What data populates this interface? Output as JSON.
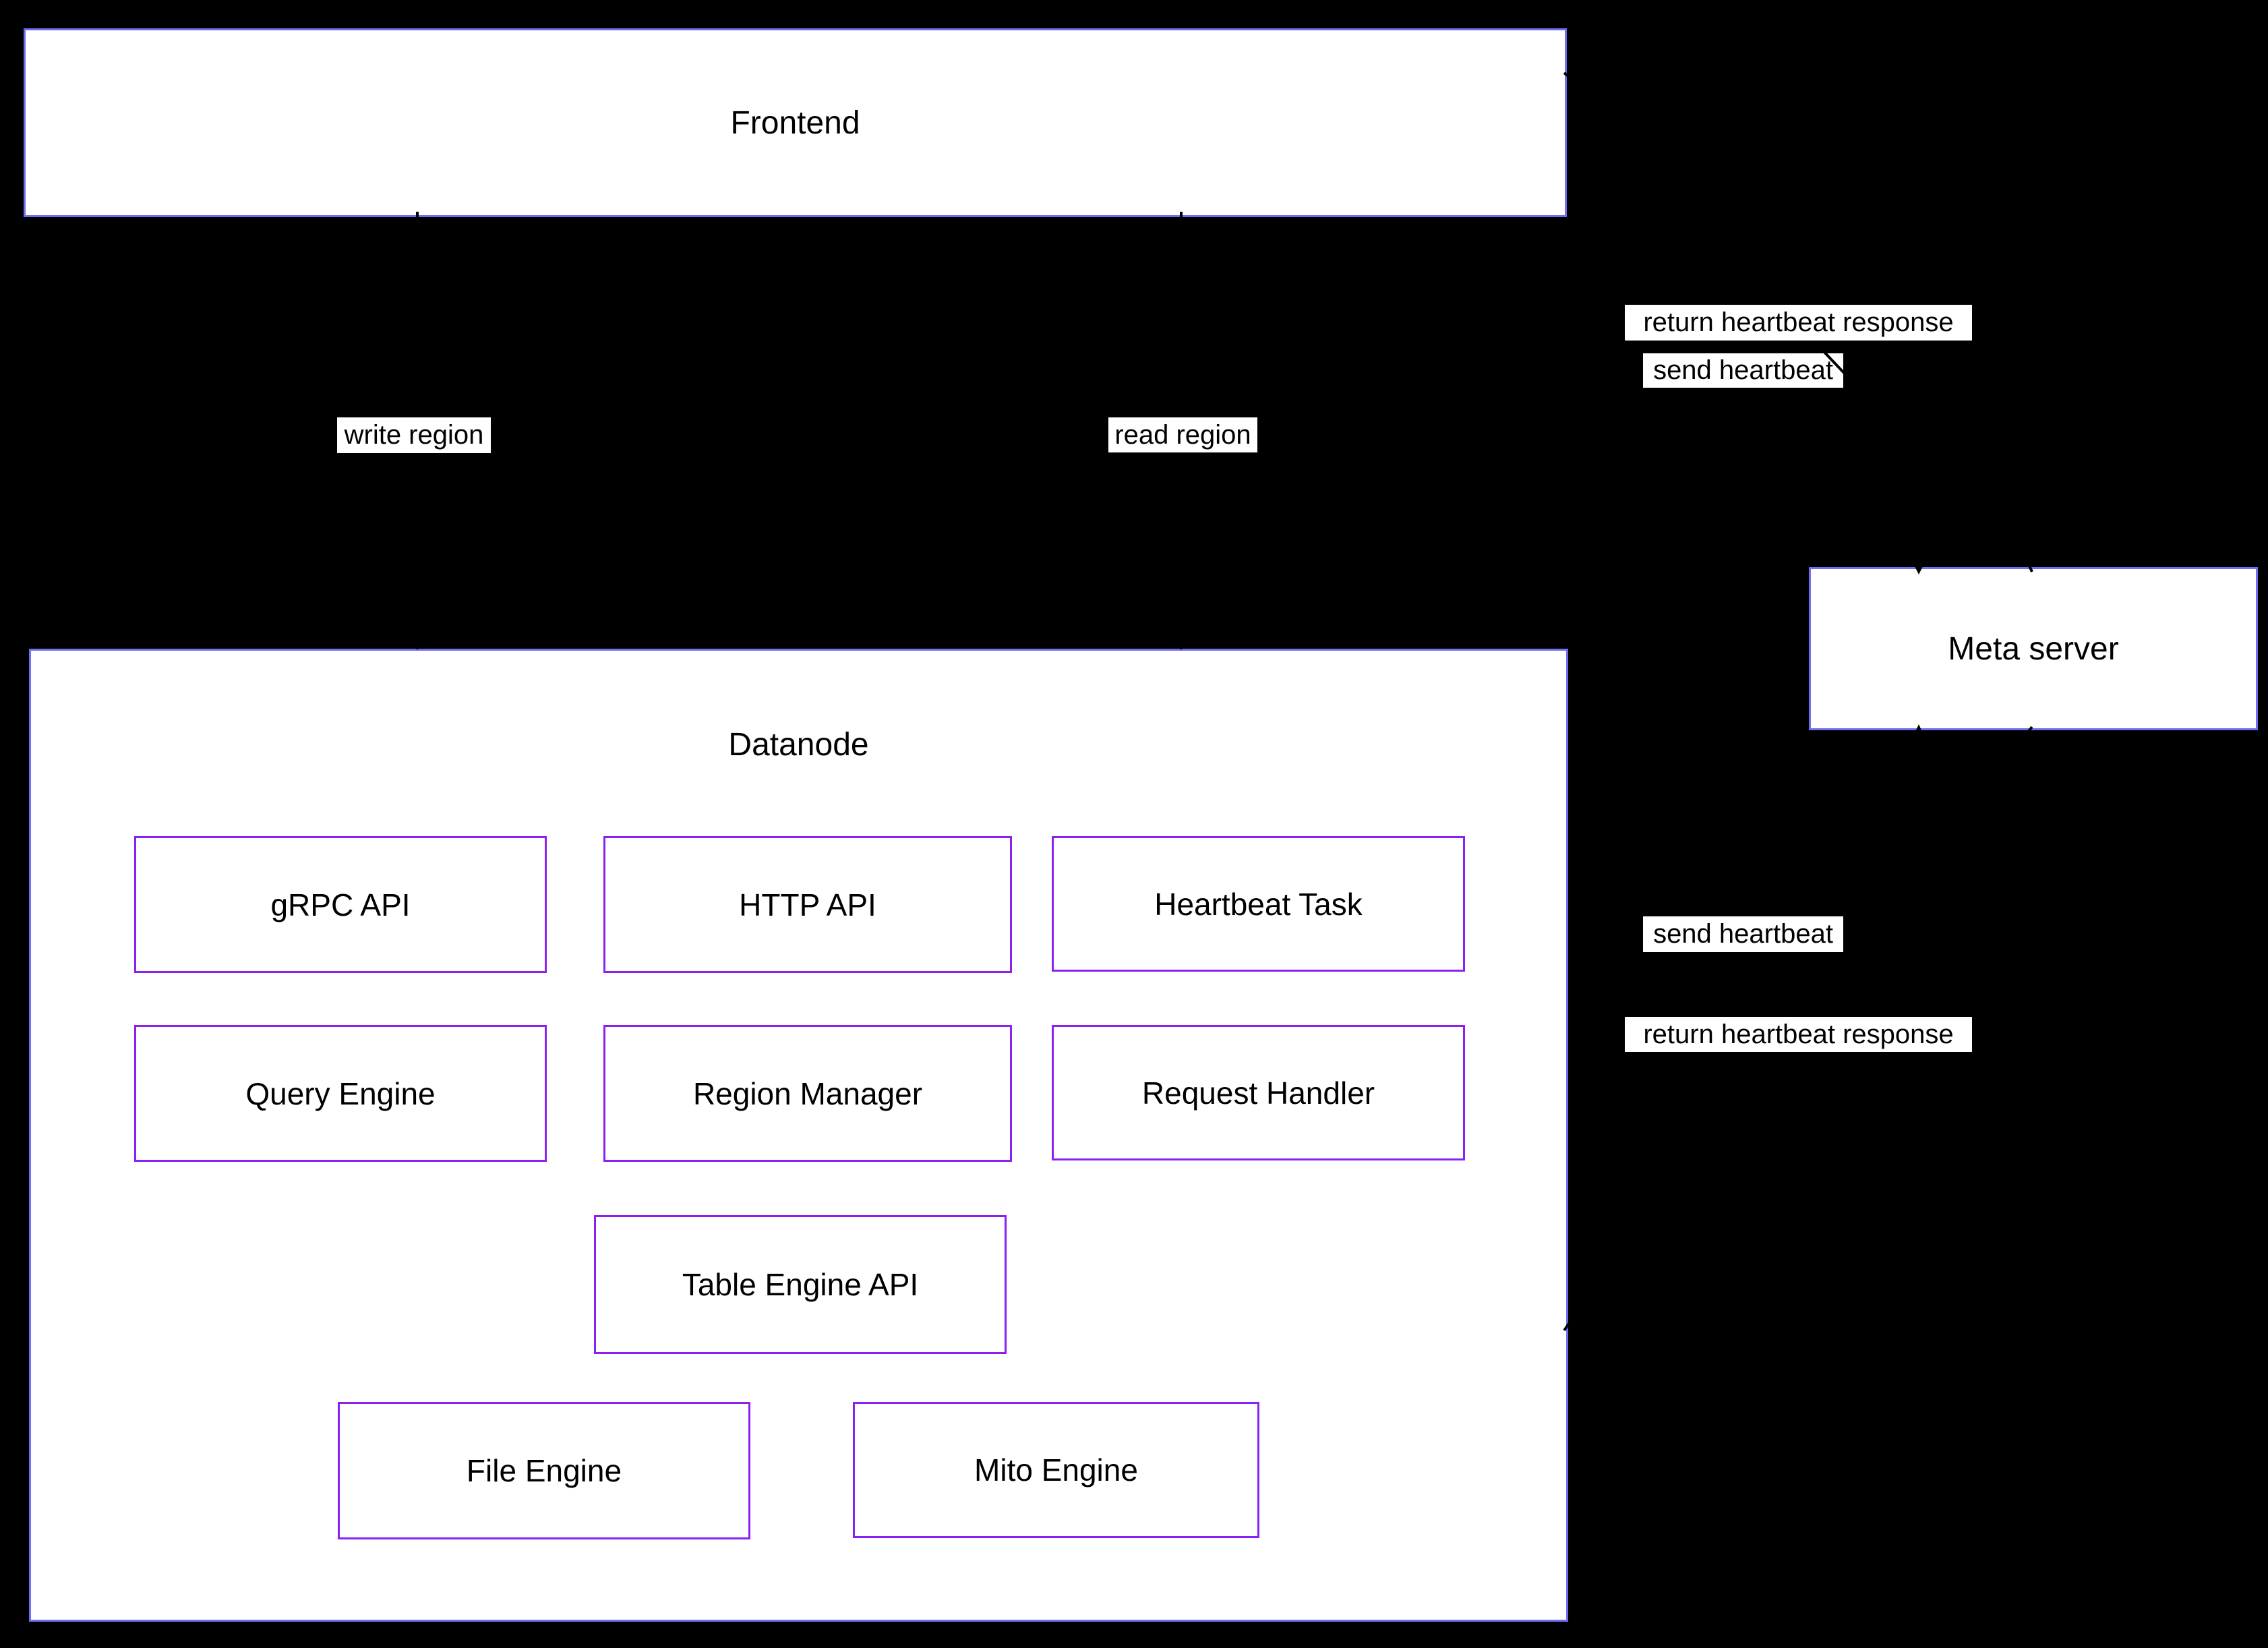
{
  "diagram": {
    "title": "GreptimeDB datanode architecture diagram",
    "colors": {
      "background": "#000000",
      "node_fill": "#ffffff",
      "node_border": "#6e6ef2",
      "component_border": "#8a20f2",
      "edge": "#000000",
      "label_bg": "#ffffff",
      "text": "#000000"
    },
    "nodes": {
      "frontend": {
        "label": "Frontend"
      },
      "datanode": {
        "label": "Datanode"
      },
      "meta_server": {
        "label": "Meta server"
      }
    },
    "components": {
      "grpc_api": {
        "label": "gRPC API"
      },
      "http_api": {
        "label": "HTTP API"
      },
      "heartbeat_task": {
        "label": "Heartbeat Task"
      },
      "query_engine": {
        "label": "Query Engine"
      },
      "region_manager": {
        "label": "Region Manager"
      },
      "request_handler": {
        "label": "Request Handler"
      },
      "table_engine_api": {
        "label": "Table Engine API"
      },
      "file_engine": {
        "label": "File Engine"
      },
      "mito_engine": {
        "label": "Mito Engine"
      }
    },
    "edges": {
      "write_region": {
        "label": "write region",
        "from": "Frontend",
        "to": "Datanode"
      },
      "read_region": {
        "label": "read region",
        "from": "Frontend",
        "to": "Datanode"
      },
      "send_heartbeat_frontend": {
        "label": "send heartbeat",
        "from": "Frontend",
        "to": "Meta server"
      },
      "return_heartbeat_frontend": {
        "label": "return heartbeat response",
        "from": "Meta server",
        "to": "Frontend"
      },
      "send_heartbeat_datanode": {
        "label": "send heartbeat",
        "from": "Datanode",
        "to": "Meta server"
      },
      "return_heartbeat_datanode": {
        "label": "return heartbeat response",
        "from": "Meta server",
        "to": "Datanode"
      }
    }
  }
}
